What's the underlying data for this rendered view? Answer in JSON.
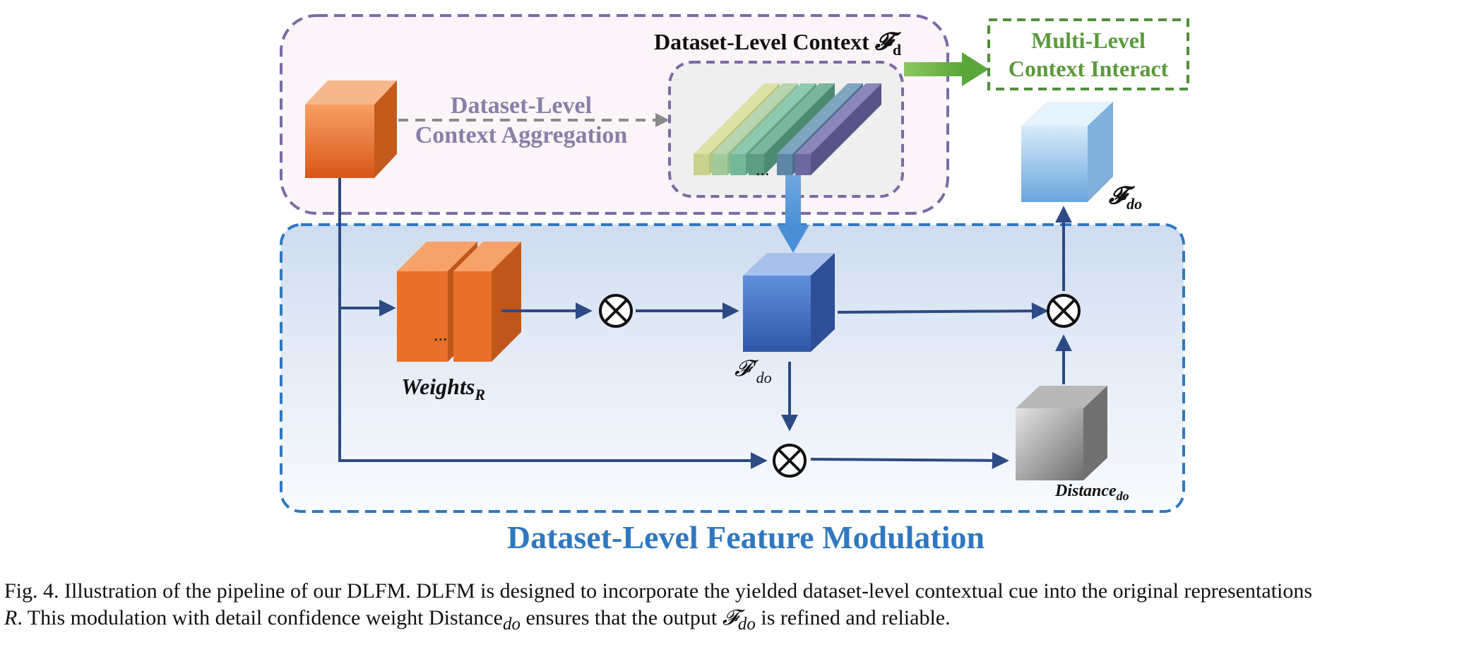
{
  "diagram": {
    "title": "Dataset-Level Feature Modulation",
    "top_panel": {
      "context_title": "Dataset-Level Context ",
      "context_symbol": "𝓕",
      "context_sub": "d",
      "aggregation_line1": "Dataset-Level",
      "aggregation_line2": "Context Aggregation",
      "ellipsis": "..."
    },
    "interact_box": {
      "line1": "Multi-Level",
      "line2": "Context Interact"
    },
    "weights": {
      "label": "Weights",
      "sub": "R",
      "ellipsis": "..."
    },
    "f_prime": {
      "symbol": "𝓕′",
      "sub": "do"
    },
    "f_do": {
      "symbol": "𝓕",
      "sub": "do"
    },
    "distance": {
      "label": "Distance",
      "sub": "do"
    },
    "operators": [
      "⊗",
      "⊗",
      "⊗"
    ],
    "colors": {
      "purple_region": "#7b6aa6",
      "blue_region": "#2f78c0",
      "green_box": "#4f8f3a",
      "arrow_dark": "#2c4a84",
      "orange_cube": "#e8702a",
      "blue_cube": "#3f6fc4",
      "light_blue_cube": "#8fc0ea",
      "gray_cube": "#8c8c8c"
    }
  },
  "caption": {
    "line1": "Fig. 4.   Illustration of the pipeline of our DLFM. DLFM is designed to incorporate the yielded dataset-level contextual cue into the original representations",
    "line2_a": "R",
    "line2_b": ". This modulation with detail confidence weight Distance",
    "line2_c": "do",
    "line2_d": " ensures that the output ",
    "line2_e": "𝓕",
    "line2_f": "do",
    "line2_g": " is refined and reliable."
  }
}
